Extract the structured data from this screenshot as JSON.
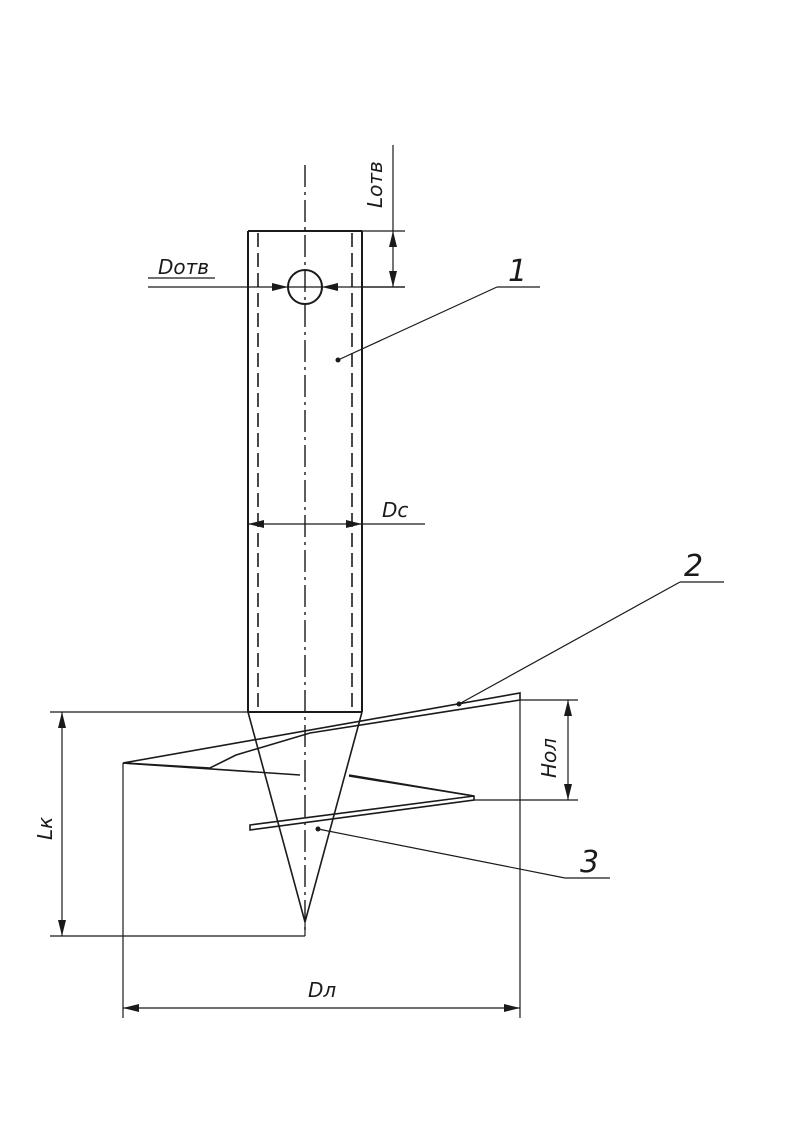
{
  "labels": {
    "l_otv": "Lотв",
    "d_otv": "Dотв",
    "d_c": "Dс",
    "h_ol": "Нол",
    "l_k": "Lк",
    "d_l": "Dл"
  },
  "callouts": [
    "1",
    "2",
    "3"
  ]
}
